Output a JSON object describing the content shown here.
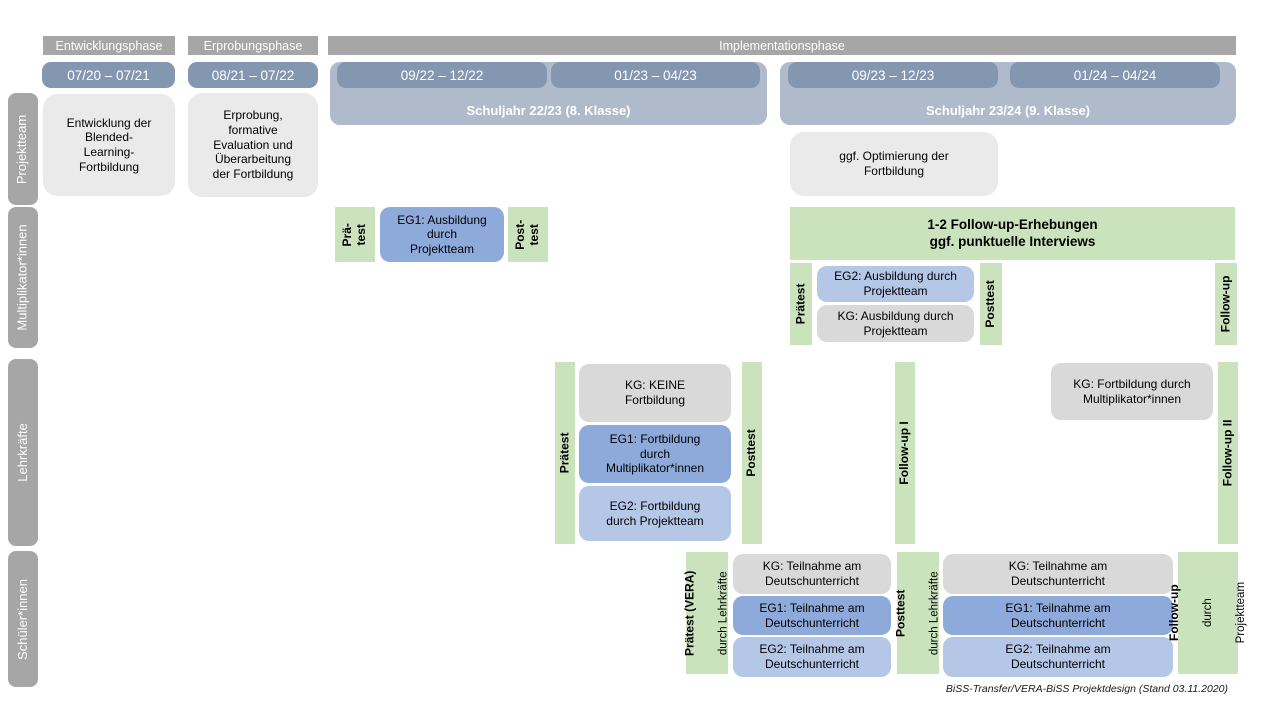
{
  "footer": "BiSS-Transfer/VERA-BiSS Projektdesign (Stand 03.11.2020)",
  "phase_headers": {
    "entwicklung": "Entwicklungsphase",
    "erprobung": "Erprobungsphase",
    "implementation": "Implementationsphase"
  },
  "date_ranges": {
    "r1": "07/20 – 07/21",
    "r2": "08/21 – 07/22",
    "r3": "09/22 – 12/22",
    "r4": "01/23 – 04/23",
    "r5": "09/23 – 12/23",
    "r6": "01/24 – 04/24"
  },
  "school_years": {
    "y2223": "Schuljahr 22/23 (8. Klasse)",
    "y2324": "Schuljahr 23/24 (9. Klasse)"
  },
  "row_labels": {
    "row1": "Projektteam",
    "row2": "Multiplikator*innen",
    "row3": "Lehrkräfte",
    "row4": "Schüler*innen"
  },
  "projektteam": {
    "entwicklung": "Entwicklung der\nBlended-\nLearning-\nFortbildung",
    "erprobung": "Erprobung,\nformative\nEvaluation und\nÜberarbeitung\nder Fortbildung",
    "optimierung": "ggf. Optimierung der\nFortbildung"
  },
  "multiplikatoren": {
    "praetest_1": "Prä-\ntest",
    "eg1": "EG1: Ausbildung\ndurch\nProjektteam",
    "posttest_1": "Post-\ntest",
    "followup_banner": "1-2 Follow-up-Erhebungen\nggf. punktuelle Interviews",
    "praetest_2": "Prätest",
    "eg2": "EG2: Ausbildung durch\nProjektteam",
    "kg": "KG: Ausbildung durch\nProjektteam",
    "posttest_2": "Posttest",
    "followup": "Follow-up"
  },
  "lehrkraefte": {
    "praetest": "Prätest",
    "kg": "KG: KEINE\nFortbildung",
    "eg1": "EG1: Fortbildung\ndurch\nMultiplikator*innen",
    "eg2": "EG2: Fortbildung\ndurch Projektteam",
    "posttest": "Posttest",
    "followup_1": "Follow-up I",
    "kg_followup": "KG: Fortbildung durch\nMultiplikator*innen",
    "followup_2": "Follow-up II"
  },
  "schueler": {
    "praetest_title": "Prätest (VERA)",
    "praetest_sub": "durch Lehrkräfte",
    "kg": "KG: Teilnahme am\nDeutschunterricht",
    "eg1": "EG1: Teilnahme am\nDeutschunterricht",
    "eg2": "EG2: Teilnahme am\nDeutschunterricht",
    "posttest_title": "Posttest",
    "posttest_sub": "durch Lehrkräfte",
    "kg_2": "KG: Teilnahme am\nDeutschunterricht",
    "eg1_2": "EG1: Teilnahme am\nDeutschunterricht",
    "eg2_2": "EG2: Teilnahme am\nDeutschunterricht",
    "followup_title": "Follow-up",
    "followup_sub_1": "durch",
    "followup_sub_2": "Projektteam"
  },
  "colors": {
    "phase_bar": "#A6A6A6",
    "row_label_bar": "#A6A6A6",
    "date_bar": "#8497B0",
    "school_year_bar": "#AFBACA",
    "project_box": "#EAEAEA",
    "kg_box": "#D9D9D9",
    "eg1_box": "#8EAADB",
    "eg2_box": "#B4C7E7",
    "test_green": "#CBE3BD"
  }
}
